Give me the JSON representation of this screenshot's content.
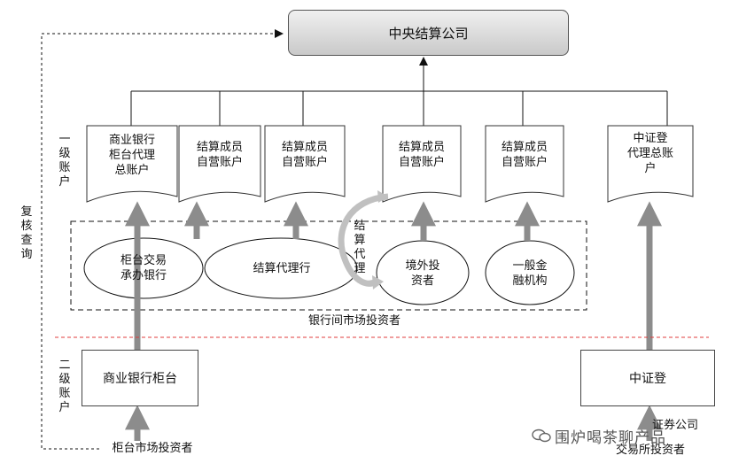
{
  "top_node": "中央结算公司",
  "level_one_label": "一级账户",
  "level_two_label": "二级账户",
  "review_label": "复核查询",
  "accounts": [
    "商业银行\n柜台代理\n总账户",
    "结算成员\n自营账户",
    "结算成员\n自营账户",
    "结算成员\n自营账户",
    "结算成员\n自营账户",
    "中证登\n代理总账\n户"
  ],
  "investors": {
    "counter_bank": "柜台交易\n承办银行",
    "settlement_agent": "结算代理行",
    "overseas": "境外投\n资者",
    "general_fin": "一般金\n融机构"
  },
  "agency_arrow_label": "结算代理",
  "interbank_label": "银行间市场投资者",
  "bank_counter": "商业银行柜台",
  "csdc": "中证登",
  "counter_investors": "柜台市场投资者",
  "securities_company": "证券公司",
  "exchange_investors": "交易所投资者",
  "watermark": "围炉喝茶聊产品",
  "colors": {
    "arrow_gray": "#8c8c8c",
    "divider_red": "#e03c3c",
    "top_fill": "#d4d4d4"
  }
}
